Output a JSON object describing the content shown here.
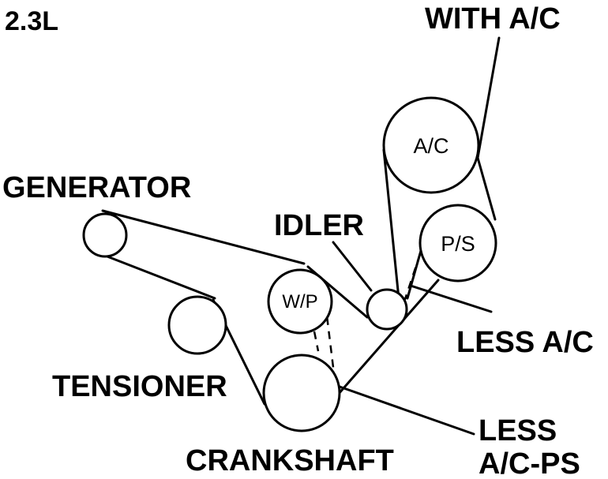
{
  "labels": {
    "engine": "2.3L",
    "with_ac": "WITH A/C",
    "generator": "GENERATOR",
    "idler": "IDLER",
    "less_ac": "LESS A/C",
    "tensioner": "TENSIONER",
    "crankshaft": "CRANKSHAFT",
    "less_ac_ps_line1": "LESS",
    "less_ac_ps_line2": "A/C-PS"
  },
  "pulleys": {
    "ac": "A/C",
    "ps": "P/S",
    "wp": "W/P"
  },
  "colors": {
    "ink": "#000000",
    "background": "#ffffff"
  }
}
